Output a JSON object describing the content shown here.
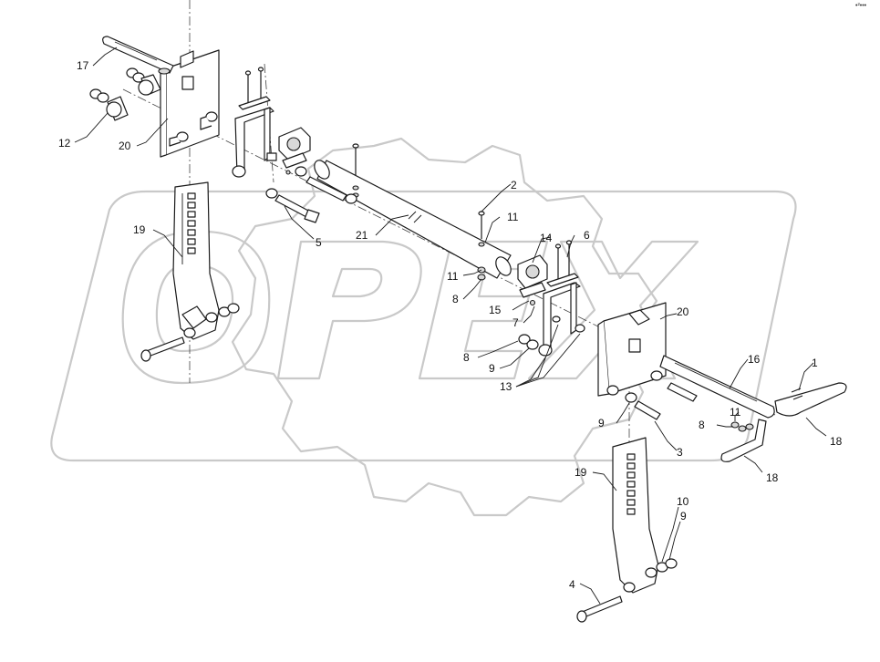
{
  "corner_mark": "•²•••",
  "watermark": {
    "logo_text": "OPEX"
  },
  "callouts": [
    {
      "id": "c17",
      "label": "17"
    },
    {
      "id": "c12",
      "label": "12"
    },
    {
      "id": "c20a",
      "label": "20"
    },
    {
      "id": "c19a",
      "label": "19"
    },
    {
      "id": "c5",
      "label": "5"
    },
    {
      "id": "c21",
      "label": "21"
    },
    {
      "id": "c2",
      "label": "2"
    },
    {
      "id": "c11a",
      "label": "11"
    },
    {
      "id": "c11b",
      "label": "11"
    },
    {
      "id": "c8a",
      "label": "8"
    },
    {
      "id": "c14",
      "label": "14"
    },
    {
      "id": "c6",
      "label": "6"
    },
    {
      "id": "c15",
      "label": "15"
    },
    {
      "id": "c7",
      "label": "7"
    },
    {
      "id": "c8b",
      "label": "8"
    },
    {
      "id": "c9a",
      "label": "9"
    },
    {
      "id": "c13",
      "label": "13"
    },
    {
      "id": "c20b",
      "label": "20"
    },
    {
      "id": "c16",
      "label": "16"
    },
    {
      "id": "c1",
      "label": "1"
    },
    {
      "id": "c11c",
      "label": "11"
    },
    {
      "id": "c8c",
      "label": "8"
    },
    {
      "id": "c18a",
      "label": "18"
    },
    {
      "id": "c18b",
      "label": "18"
    },
    {
      "id": "c9b",
      "label": "9"
    },
    {
      "id": "c3",
      "label": "3"
    },
    {
      "id": "c19b",
      "label": "19"
    },
    {
      "id": "c10",
      "label": "10"
    },
    {
      "id": "c9c",
      "label": "9"
    },
    {
      "id": "c4",
      "label": "4"
    }
  ]
}
